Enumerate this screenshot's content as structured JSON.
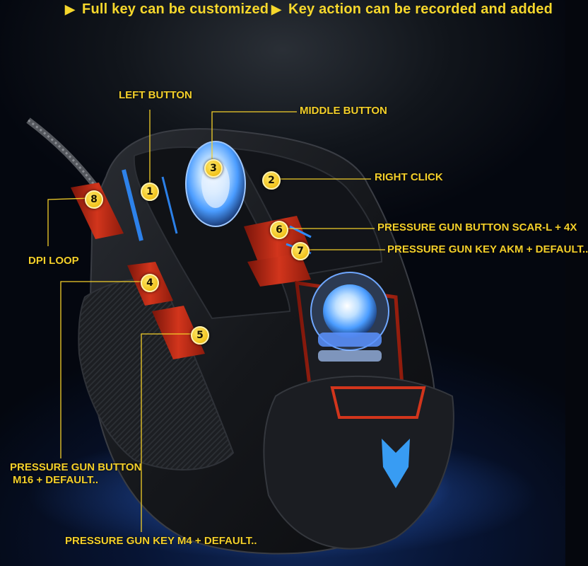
{
  "features": [
    {
      "label": "Full key can be customized",
      "icon": "play-arrow-icon"
    },
    {
      "label": "Key action can be recorded and added",
      "icon": "play-arrow-icon"
    }
  ],
  "callouts": {
    "left_button": "LEFT BUTTON",
    "middle_button": "MIDDLE BUTTON",
    "right_click": "RIGHT CLICK",
    "scar_button": "PRESSURE GUN BUTTON SCAR-L + 4X",
    "akm_key": "PRESSURE GUN KEY AKM + DEFAULT..",
    "dpi_loop": "DPI LOOP",
    "m16_button_line1": "PRESSURE GUN BUTTON",
    "m16_button_line2": "M16 + DEFAULT..",
    "m4_key": "PRESSURE GUN KEY M4 + DEFAULT.."
  },
  "markers": [
    "1",
    "2",
    "3",
    "4",
    "5",
    "6",
    "7",
    "8"
  ],
  "colors": {
    "accent_yellow": "#f3cf2a",
    "mouse_body": "#17191e",
    "mouse_red": "#c8321c",
    "led_blue": "#2f8cff"
  }
}
